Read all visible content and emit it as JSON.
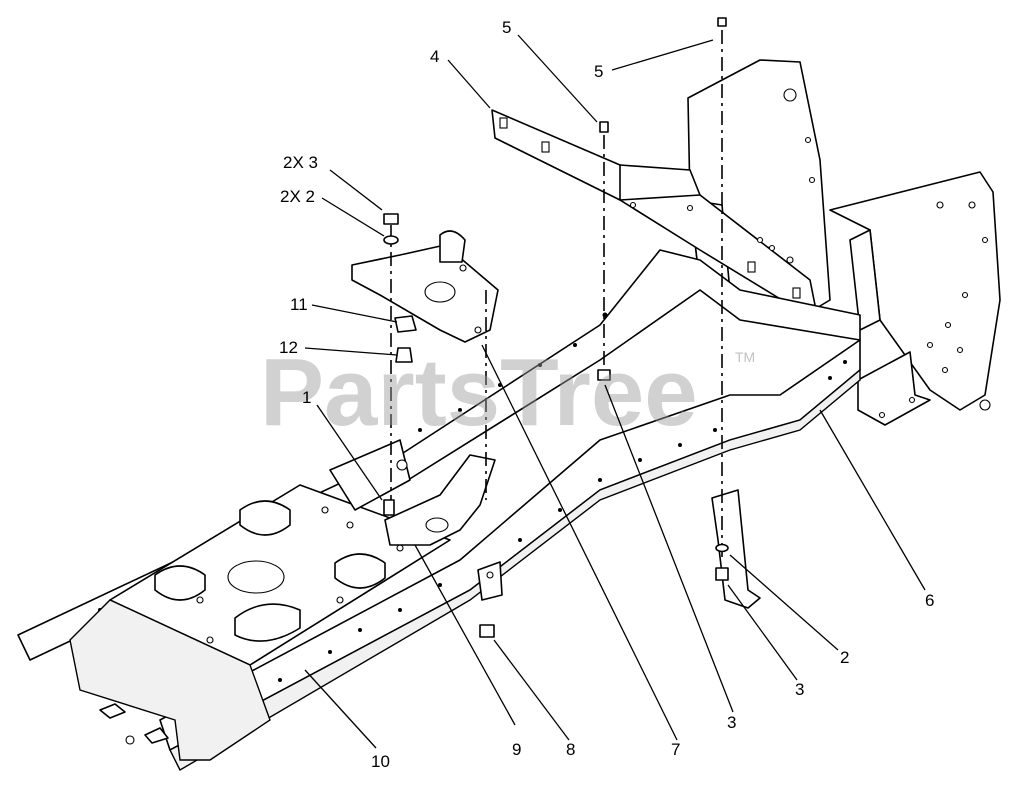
{
  "watermark": {
    "brand": "PartsTree",
    "trademark": "TM"
  },
  "callouts": [
    {
      "id": "c-4",
      "label": "4"
    },
    {
      "id": "c-5a",
      "label": "5"
    },
    {
      "id": "c-5b",
      "label": "5"
    },
    {
      "id": "c-2x3",
      "label": "2X 3"
    },
    {
      "id": "c-2x2",
      "label": "2X 2"
    },
    {
      "id": "c-11",
      "label": "11"
    },
    {
      "id": "c-12",
      "label": "12"
    },
    {
      "id": "c-1",
      "label": "1"
    },
    {
      "id": "c-6",
      "label": "6"
    },
    {
      "id": "c-2",
      "label": "2"
    },
    {
      "id": "c-3a",
      "label": "3"
    },
    {
      "id": "c-3b",
      "label": "3"
    },
    {
      "id": "c-7",
      "label": "7"
    },
    {
      "id": "c-8",
      "label": "8"
    },
    {
      "id": "c-9",
      "label": "9"
    },
    {
      "id": "c-10",
      "label": "10"
    }
  ]
}
